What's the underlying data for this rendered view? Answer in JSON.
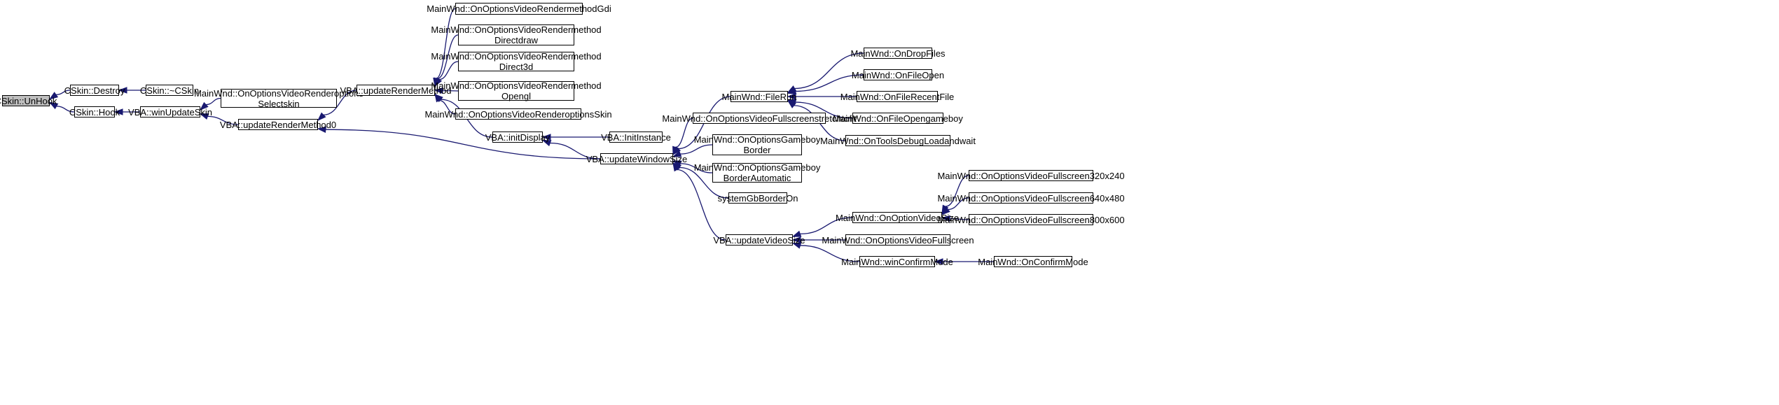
{
  "graph": {
    "edge_color": "#191970",
    "root_fill": "#bfbfbf",
    "nodes": [
      {
        "id": "unhook",
        "label": "CSkin::UnHook"
      },
      {
        "id": "destroy",
        "label": "CSkin::Destroy"
      },
      {
        "id": "dtor",
        "label": "CSkin::~CSkin"
      },
      {
        "id": "hook",
        "label": "CSkin::Hook"
      },
      {
        "id": "winupdateskin",
        "label": "VBA::winUpdateSkin"
      },
      {
        "id": "selectskin",
        "label": "MainWnd::OnOptionsVideoRenderoptions\nSelectskin"
      },
      {
        "id": "urm0",
        "label": "VBA::updateRenderMethod0"
      },
      {
        "id": "urm",
        "label": "VBA::updateRenderMethod"
      },
      {
        "id": "gdi",
        "label": "MainWnd::OnOptionsVideoRendermethodGdi"
      },
      {
        "id": "ddraw",
        "label": "MainWnd::OnOptionsVideoRendermethod\nDirectdraw"
      },
      {
        "id": "d3d",
        "label": "MainWnd::OnOptionsVideoRendermethod\nDirect3d"
      },
      {
        "id": "opengl",
        "label": "MainWnd::OnOptionsVideoRendermethod\nOpengl"
      },
      {
        "id": "roskin",
        "label": "MainWnd::OnOptionsVideoRenderoptionsSkin"
      },
      {
        "id": "initdisplay",
        "label": "VBA::initDisplay"
      },
      {
        "id": "initinstance",
        "label": "VBA::InitInstance"
      },
      {
        "id": "uws",
        "label": "VBA::updateWindowSize"
      },
      {
        "id": "filerun",
        "label": "MainWnd::FileRun"
      },
      {
        "id": "dropfiles",
        "label": "MainWnd::OnDropFiles"
      },
      {
        "id": "fileopen",
        "label": "MainWnd::OnFileOpen"
      },
      {
        "id": "recentfile",
        "label": "MainWnd::OnFileRecentFile"
      },
      {
        "id": "opengameboy",
        "label": "MainWnd::OnFileOpengameboy"
      },
      {
        "id": "loadandwait",
        "label": "MainWnd::OnToolsDebugLoadandwait"
      },
      {
        "id": "stretchtofit",
        "label": "MainWnd::OnOptionsVideoFullscreenstretchtofit"
      },
      {
        "id": "gbborder",
        "label": "MainWnd::OnOptionsGameboy\nBorder"
      },
      {
        "id": "gbborderauto",
        "label": "MainWnd::OnOptionsGameboy\nBorderAutomatic"
      },
      {
        "id": "gbborderon",
        "label": "systemGbBorderOn"
      },
      {
        "id": "uvs",
        "label": "VBA::updateVideoSize"
      },
      {
        "id": "optionvideosize",
        "label": "MainWnd::OnOptionVideoSize"
      },
      {
        "id": "fs320",
        "label": "MainWnd::OnOptionsVideoFullscreen320x240"
      },
      {
        "id": "fs640",
        "label": "MainWnd::OnOptionsVideoFullscreen640x480"
      },
      {
        "id": "fs800",
        "label": "MainWnd::OnOptionsVideoFullscreen800x600"
      },
      {
        "id": "fullscreen",
        "label": "MainWnd::OnOptionsVideoFullscreen"
      },
      {
        "id": "winconfirm",
        "label": "MainWnd::winConfirmMode"
      },
      {
        "id": "onconfirm",
        "label": "MainWnd::OnConfirmMode"
      }
    ],
    "edges": [
      {
        "from": "destroy",
        "to": "unhook"
      },
      {
        "from": "hook",
        "to": "unhook"
      },
      {
        "from": "dtor",
        "to": "destroy"
      },
      {
        "from": "winupdateskin",
        "to": "hook"
      },
      {
        "from": "selectskin",
        "to": "winupdateskin"
      },
      {
        "from": "urm0",
        "to": "winupdateskin"
      },
      {
        "from": "urm",
        "to": "urm0"
      },
      {
        "from": "uws",
        "to": "urm0"
      },
      {
        "from": "gdi",
        "to": "urm"
      },
      {
        "from": "ddraw",
        "to": "urm"
      },
      {
        "from": "d3d",
        "to": "urm"
      },
      {
        "from": "opengl",
        "to": "urm"
      },
      {
        "from": "roskin",
        "to": "urm"
      },
      {
        "from": "initdisplay",
        "to": "urm"
      },
      {
        "from": "initinstance",
        "to": "initdisplay"
      },
      {
        "from": "uws",
        "to": "initdisplay"
      },
      {
        "from": "filerun",
        "to": "uws"
      },
      {
        "from": "stretchtofit",
        "to": "uws"
      },
      {
        "from": "gbborder",
        "to": "uws"
      },
      {
        "from": "gbborderauto",
        "to": "uws"
      },
      {
        "from": "gbborderon",
        "to": "uws"
      },
      {
        "from": "uvs",
        "to": "uws"
      },
      {
        "from": "dropfiles",
        "to": "filerun"
      },
      {
        "from": "fileopen",
        "to": "filerun"
      },
      {
        "from": "recentfile",
        "to": "filerun"
      },
      {
        "from": "opengameboy",
        "to": "filerun"
      },
      {
        "from": "loadandwait",
        "to": "filerun"
      },
      {
        "from": "optionvideosize",
        "to": "uvs"
      },
      {
        "from": "fullscreen",
        "to": "uvs"
      },
      {
        "from": "winconfirm",
        "to": "uvs"
      },
      {
        "from": "fs320",
        "to": "optionvideosize"
      },
      {
        "from": "fs640",
        "to": "optionvideosize"
      },
      {
        "from": "fs800",
        "to": "optionvideosize"
      },
      {
        "from": "onconfirm",
        "to": "winconfirm"
      }
    ]
  }
}
